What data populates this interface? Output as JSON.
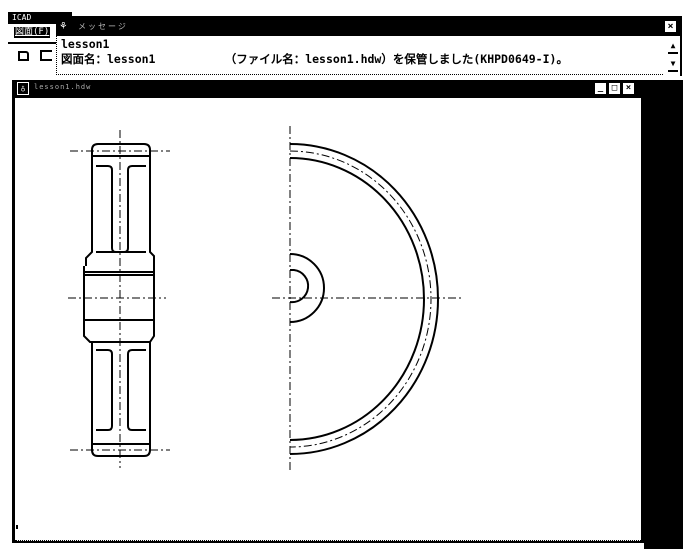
{
  "app": {
    "title": "ICAD",
    "menu": [
      {
        "label": "図面(F)"
      }
    ],
    "toolbar": [
      {
        "icon": "new-document-icon"
      },
      {
        "icon": "open-folder-icon"
      }
    ]
  },
  "message_dialog": {
    "title": "メッセージ",
    "close_label": "×",
    "lines": [
      "lesson1",
      "図面名：lesson1          （ファイル名：lesson1.hdw）を保管しました(KHPD0649-I)。"
    ],
    "scroll_up": "▲",
    "scroll_down": "▼"
  },
  "drawing_window": {
    "title": "lesson1.hdw",
    "buttons": {
      "minimize": "_",
      "maximize": "□",
      "close": "×"
    },
    "drawing": {
      "views": [
        {
          "name": "side-section-view",
          "type": "gear-section"
        },
        {
          "name": "front-half-view",
          "type": "gear-half-circle"
        }
      ]
    }
  }
}
